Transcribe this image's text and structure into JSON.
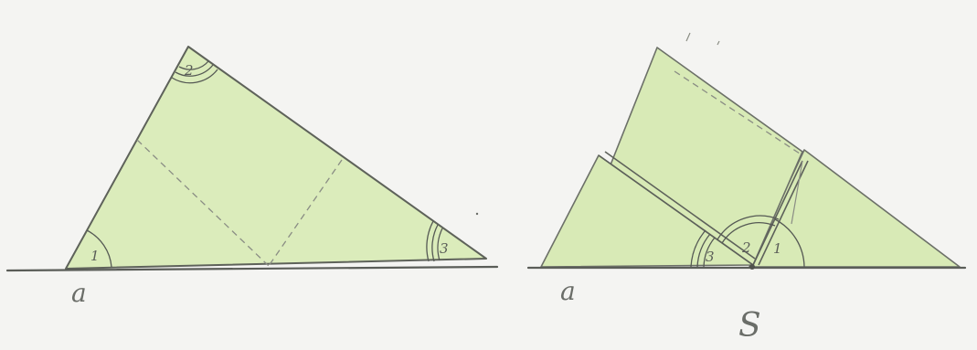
{
  "photo": {
    "subject": "Angle sum of a triangle demonstration",
    "left_figure": {
      "angle_labels": [
        "1",
        "2",
        "3"
      ],
      "line_label": "a"
    },
    "right_figure": {
      "angle_labels": [
        "3",
        "2",
        "1"
      ],
      "line_label": "a",
      "point_label": "S"
    },
    "colors": {
      "paper": "#f4f4f2",
      "triangle_fill": "#dbecbb",
      "pencil": "#5e625a"
    }
  }
}
